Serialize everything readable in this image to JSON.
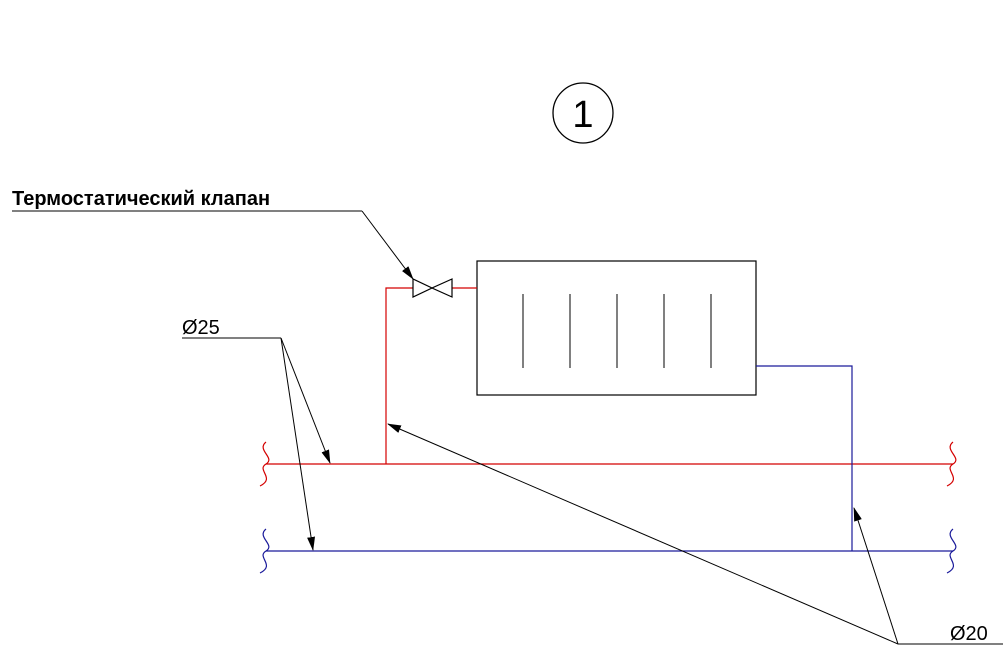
{
  "diagram": {
    "callout_number": "1",
    "valve_label": "Термостатический клапан",
    "supply_diameter": "Ø25",
    "return_diameter": "Ø20"
  },
  "colors": {
    "supply_pipe": "#d40000",
    "return_pipe": "#1a1a9a",
    "linework": "#000000",
    "background": "#ffffff"
  }
}
